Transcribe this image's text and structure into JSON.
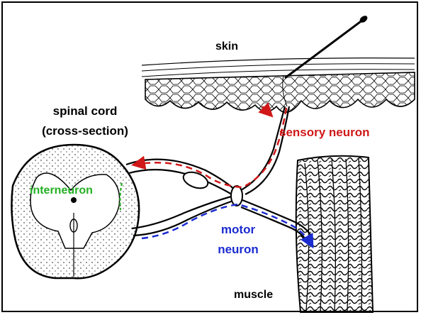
{
  "labels": {
    "skin": "skin",
    "spinal_cord_line1": "spinal cord",
    "spinal_cord_line2": "(cross-section)",
    "interneuron": "interneuron",
    "sensory_neuron": "sensory neuron",
    "motor_neuron_line1": "motor",
    "motor_neuron_line2": "neuron",
    "muscle": "muscle"
  },
  "colors": {
    "sensory": "#d01818",
    "motor": "#1a2bd0",
    "interneuron": "#22b022",
    "ink": "#000000"
  }
}
